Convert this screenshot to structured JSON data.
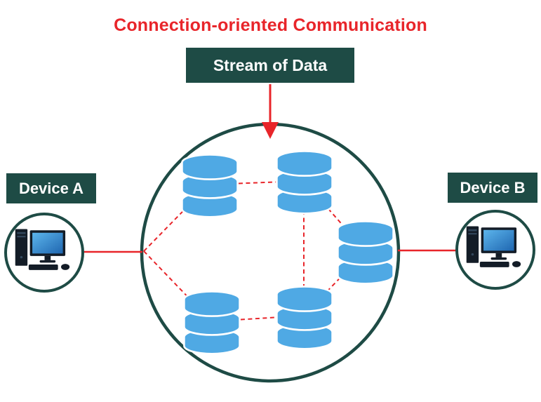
{
  "title": "Connection-oriented Communication",
  "stream_box": {
    "label": "Stream of Data"
  },
  "devices": {
    "a": {
      "label": "Device A",
      "icon": "computer-icon"
    },
    "b": {
      "label": "Device B",
      "icon": "computer-icon"
    }
  },
  "network": {
    "database_count": 5,
    "database_icon": "database-icon",
    "link_style": {
      "inside_network": "dashed-red",
      "device_links": "solid-red"
    }
  },
  "arrow": {
    "icon": "arrow-down-icon",
    "from": "stream_box",
    "to": "network-circle"
  },
  "colors": {
    "accent_red": "#e8252a",
    "dark_teal": "#1e4b45",
    "database_blue": "#4fa9e4",
    "screen_blue": "#2e7ecb"
  }
}
